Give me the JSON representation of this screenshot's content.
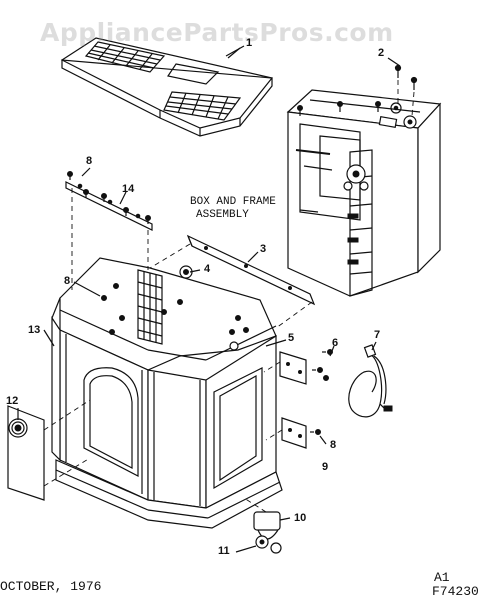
{
  "watermark": "AppliancePartsPros.com",
  "callouts": {
    "c1": "1",
    "c2": "2",
    "c3": "3",
    "c4": "4",
    "c5": "5",
    "c6": "6",
    "c7": "7",
    "c8a": "8",
    "c8b": "8",
    "c8c": "8",
    "c9": "9",
    "c10": "10",
    "c11": "11",
    "c12": "12",
    "c13": "13",
    "c14": "14"
  },
  "assembly_label_line1": "BOX AND FRAME",
  "assembly_label_line2": "ASSEMBLY",
  "footer": {
    "date": "OCTOBER, 1976",
    "revision": "A1",
    "figure_number": "F74230"
  },
  "icons": [
    "screw-icon",
    "knob-icon",
    "grille-icon",
    "caster-icon",
    "power-cord-icon"
  ]
}
